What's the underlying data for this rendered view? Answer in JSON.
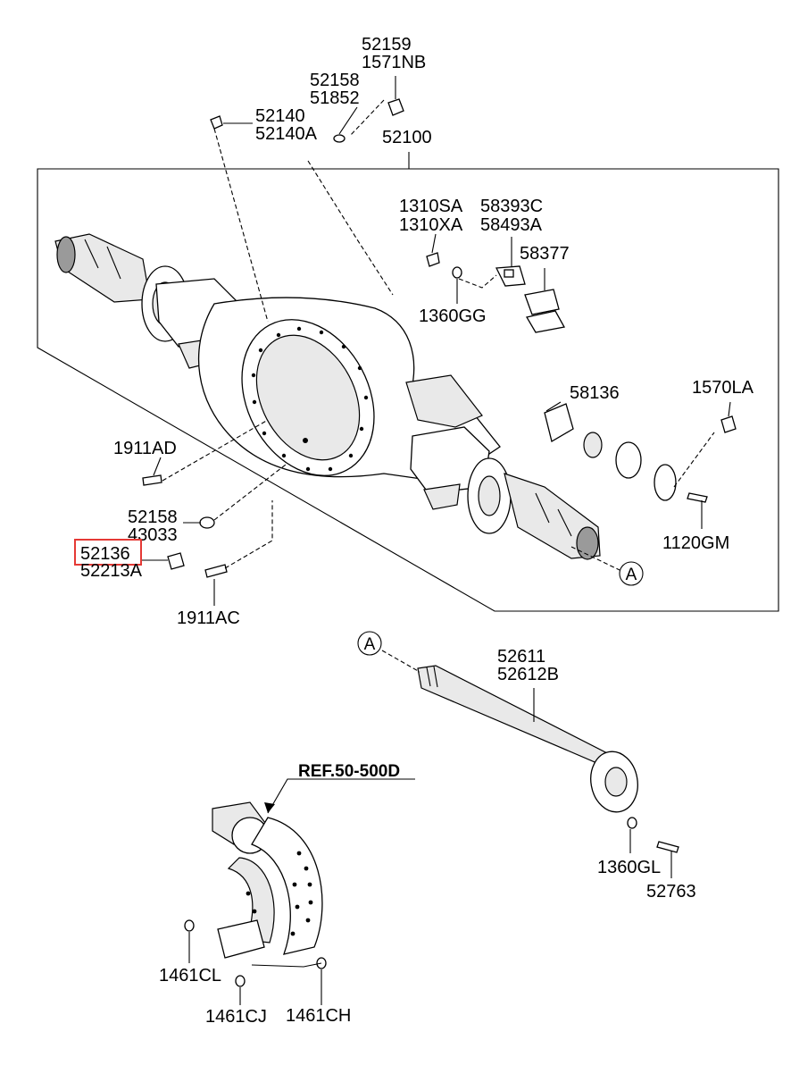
{
  "labels": {
    "p52159": "52159",
    "p1571NB": "1571NB",
    "p52158_top": "52158",
    "p51852": "51852",
    "p52140": "52140",
    "p52140A": "52140A",
    "p52100": "52100",
    "p1310SA": "1310SA",
    "p1310XA": "1310XA",
    "p58393C": "58393C",
    "p58493A": "58493A",
    "p58377": "58377",
    "p1360GG": "1360GG",
    "p58136": "58136",
    "p1570LA": "1570LA",
    "p1911AD": "1911AD",
    "p52158_low": "52158",
    "p43033": "43033",
    "p52136": "52136",
    "p52213A": "52213A",
    "p1911AC": "1911AC",
    "p1120GM": "1120GM",
    "p52611": "52611",
    "p52612B": "52612B",
    "pREF": "REF.50-500D",
    "p1360GL": "1360GL",
    "p52763": "52763",
    "p1461CL": "1461CL",
    "p1461CJ": "1461CJ",
    "p1461CH": "1461CH"
  },
  "callouts": {
    "a_upper": "A",
    "a_lower": "A"
  },
  "highlight": {
    "part": "52136",
    "color": "#e53935"
  }
}
